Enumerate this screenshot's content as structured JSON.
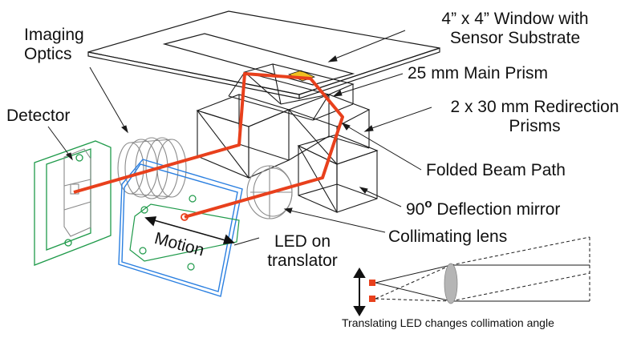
{
  "labels": {
    "imaging_optics_1": "Imaging",
    "imaging_optics_2": "Optics",
    "detector": "Detector",
    "window_1": "4” x 4” Window with",
    "window_2": "Sensor Substrate",
    "main_prism": "25 mm Main Prism",
    "redirection_1": "2 x 30 mm Redirection",
    "redirection_2": "Prisms",
    "folded_beam": "Folded Beam Path",
    "deflection_num": "90",
    "deflection_deg": "o",
    "deflection_rest": " Deflection mirror",
    "collimating": "Collimating lens",
    "motion": "Motion",
    "led_1": "LED on",
    "led_2": "translator",
    "caption": "Translating LED changes collimation angle"
  },
  "colors": {
    "beam": "#e8401c",
    "detector_frame": "#1f9a4a",
    "translator_frame": "#2a7fe0",
    "outline": "#1a1a1a",
    "gray_outline": "#8a8a8a",
    "sensor_patch": "#f0c020",
    "led_marker": "#e8401c",
    "lens_fill": "#b5b5b5"
  },
  "icons": {
    "motion_arrow": "double-headed-arrow",
    "translation_arrow": "vertical-double-arrow"
  }
}
